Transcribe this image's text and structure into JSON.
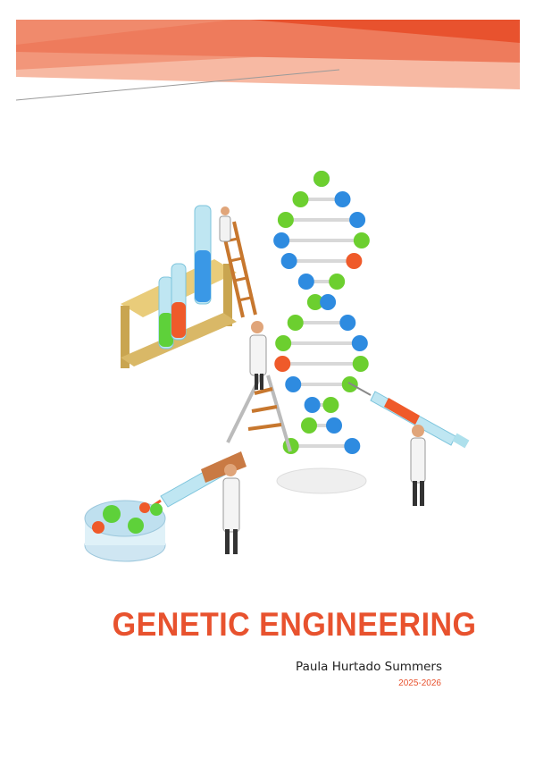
{
  "document": {
    "title": "GENETIC ENGINEERING",
    "author": "Paula Hurtado Summers",
    "years": "2025-2026"
  },
  "colors": {
    "accent": "#e8522e",
    "banner_light": "#f7b9a3",
    "dna_blue": "#2e8be0",
    "dna_green": "#6ccf2f",
    "dna_orange": "#ef5a2a",
    "lab_wood": "#d9b867"
  },
  "illustration": {
    "subject": "dna-double-helix-with-lab-scientists",
    "icons": [
      "dna-helix-icon",
      "test-tube-rack-icon",
      "syringe-icon",
      "petri-dish-icon",
      "ladder-icon",
      "scientist-icon"
    ]
  }
}
